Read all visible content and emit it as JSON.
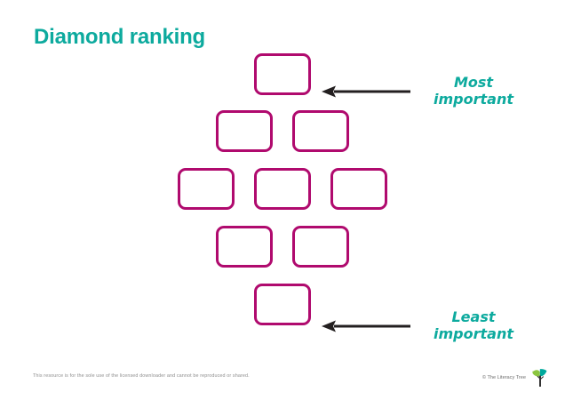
{
  "page": {
    "title": "Diamond ranking",
    "background_color": "#ffffff"
  },
  "colors": {
    "title_teal": "#0DAA9E",
    "box_magenta": "#B00A6E",
    "arrow_black": "#231f20",
    "footer_grey": "#8e8e8e",
    "logo_green_light": "#8CC63F",
    "logo_green_dark": "#00A99D",
    "logo_stem": "#333333"
  },
  "diamond": {
    "rows": [
      {
        "id": "row-1",
        "count": 1
      },
      {
        "id": "row-2",
        "count": 2
      },
      {
        "id": "row-3",
        "count": 3
      },
      {
        "id": "row-4",
        "count": 2
      },
      {
        "id": "row-5",
        "count": 1
      }
    ],
    "box_placeholder": ""
  },
  "annotations": [
    {
      "id": "most",
      "icon": "arrow-left-icon",
      "label": "Most\nimportant"
    },
    {
      "id": "least",
      "icon": "arrow-left-icon",
      "label": "Least\nimportant"
    }
  ],
  "footer": {
    "note": "This resource is for the sole use of the licensed downloader and cannot be reproduced or shared.",
    "brand": "© The Literacy Tree",
    "logo_icon": "literacy-tree-sapling-logo"
  }
}
